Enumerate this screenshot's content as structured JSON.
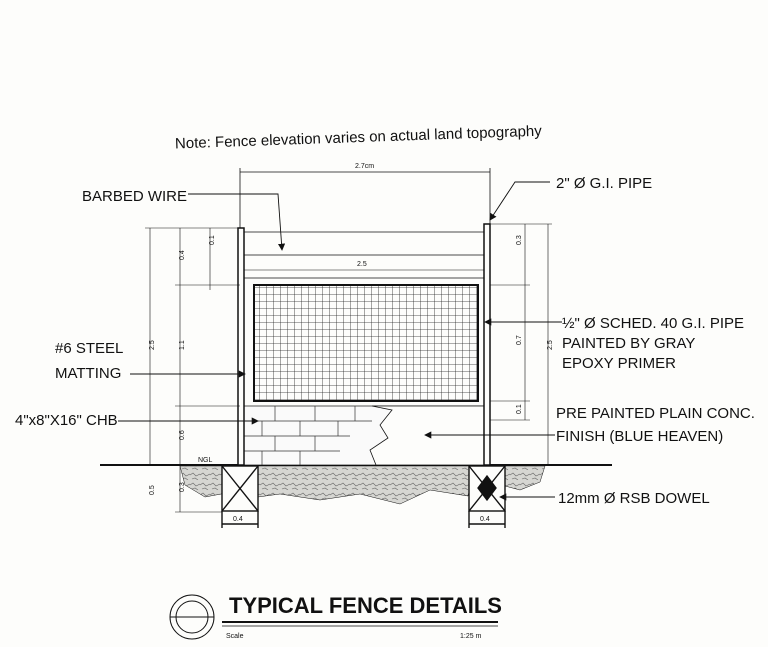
{
  "note": "Note: Fence elevation varies on actual land topography",
  "labels": {
    "barbed_wire": "BARBED WIRE",
    "gi_pipe": "2\" Ø G.I. PIPE",
    "sched_pipe_1": "½\" Ø SCHED. 40 G.I. PIPE",
    "sched_pipe_2": "PAINTED BY GRAY",
    "sched_pipe_3": "EPOXY PRIMER",
    "steel_matting_1": "#6 STEEL",
    "steel_matting_2": "MATTING",
    "chb": "4\"x8\"X16\" CHB",
    "finish_1": "PRE PAINTED PLAIN CONC.",
    "finish_2": "FINISH (BLUE HEAVEN)",
    "dowel": "12mm Ø RSB DOWEL",
    "ngl": "NGL"
  },
  "dimensions": {
    "overall_width": "2.7cm",
    "panel_width": "2.5",
    "left_0_1": "0.1",
    "right_0_1": "0.1",
    "left_height": "2.5",
    "right_height": "2.5",
    "left_0_4": "0.4",
    "left_1_1": "1.1",
    "left_0_6": "0.6",
    "left_0_5": "0.5",
    "left_0_3": "0.3",
    "right_0_3": "0.3",
    "right_0_7": "0.7",
    "footing_left": "0.4",
    "footing_right": "0.4"
  },
  "title": "TYPICAL FENCE DETAILS",
  "scale_label": "Scale",
  "scale_value": "1:25 m",
  "colors": {
    "ink": "#111111",
    "paper": "#fdfdfb"
  }
}
